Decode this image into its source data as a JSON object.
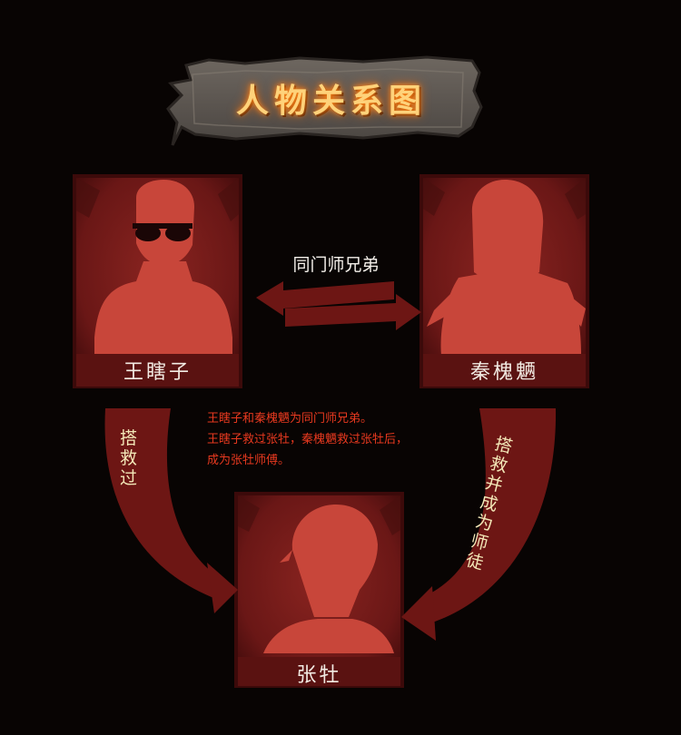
{
  "title": "人物关系图",
  "characters": {
    "wang": {
      "name": "王瞎子",
      "icon": "sunglasses-man-silhouette-icon"
    },
    "qin": {
      "name": "秦槐魉",
      "icon": "long-hair-man-silhouette-icon"
    },
    "zhang": {
      "name": "张牡",
      "icon": "young-man-silhouette-icon"
    }
  },
  "relations": {
    "wang_qin": "同门师兄弟",
    "wang_zhang": "搭救过",
    "qin_zhang": "搭救并成为师徒"
  },
  "description": [
    "王瞎子和秦槐魉为同门师兄弟。",
    "王瞎子救过张牡，秦槐魉救过张牡后，",
    "成为张牡师傅。"
  ],
  "colors": {
    "background": "#080403",
    "card": "#6b1716",
    "silhouette": "#c8463a",
    "arrow": "#6d1614",
    "description_text": "#e8391f",
    "title_glow": "#ff8a1e"
  }
}
